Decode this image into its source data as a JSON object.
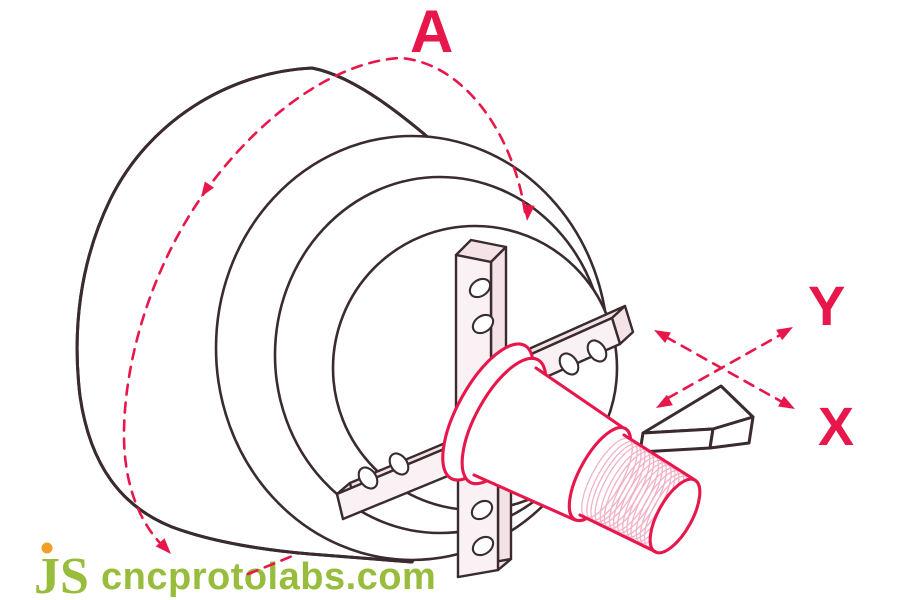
{
  "axes": {
    "a": "A",
    "x": "X",
    "y": "Y"
  },
  "watermark": {
    "logo": "JS",
    "site": "cncprotolabs.com"
  },
  "colors": {
    "accent": "#e8174b",
    "outline": "#3a2b2e",
    "jaw_fill": "#f9f1f3",
    "jaw_side_fill": "#f3e3e7",
    "thread_line": "#f1b3c7",
    "watermark_text": "#98bc3b",
    "watermark_dot": "#f09f27",
    "background": "#ffffff"
  }
}
